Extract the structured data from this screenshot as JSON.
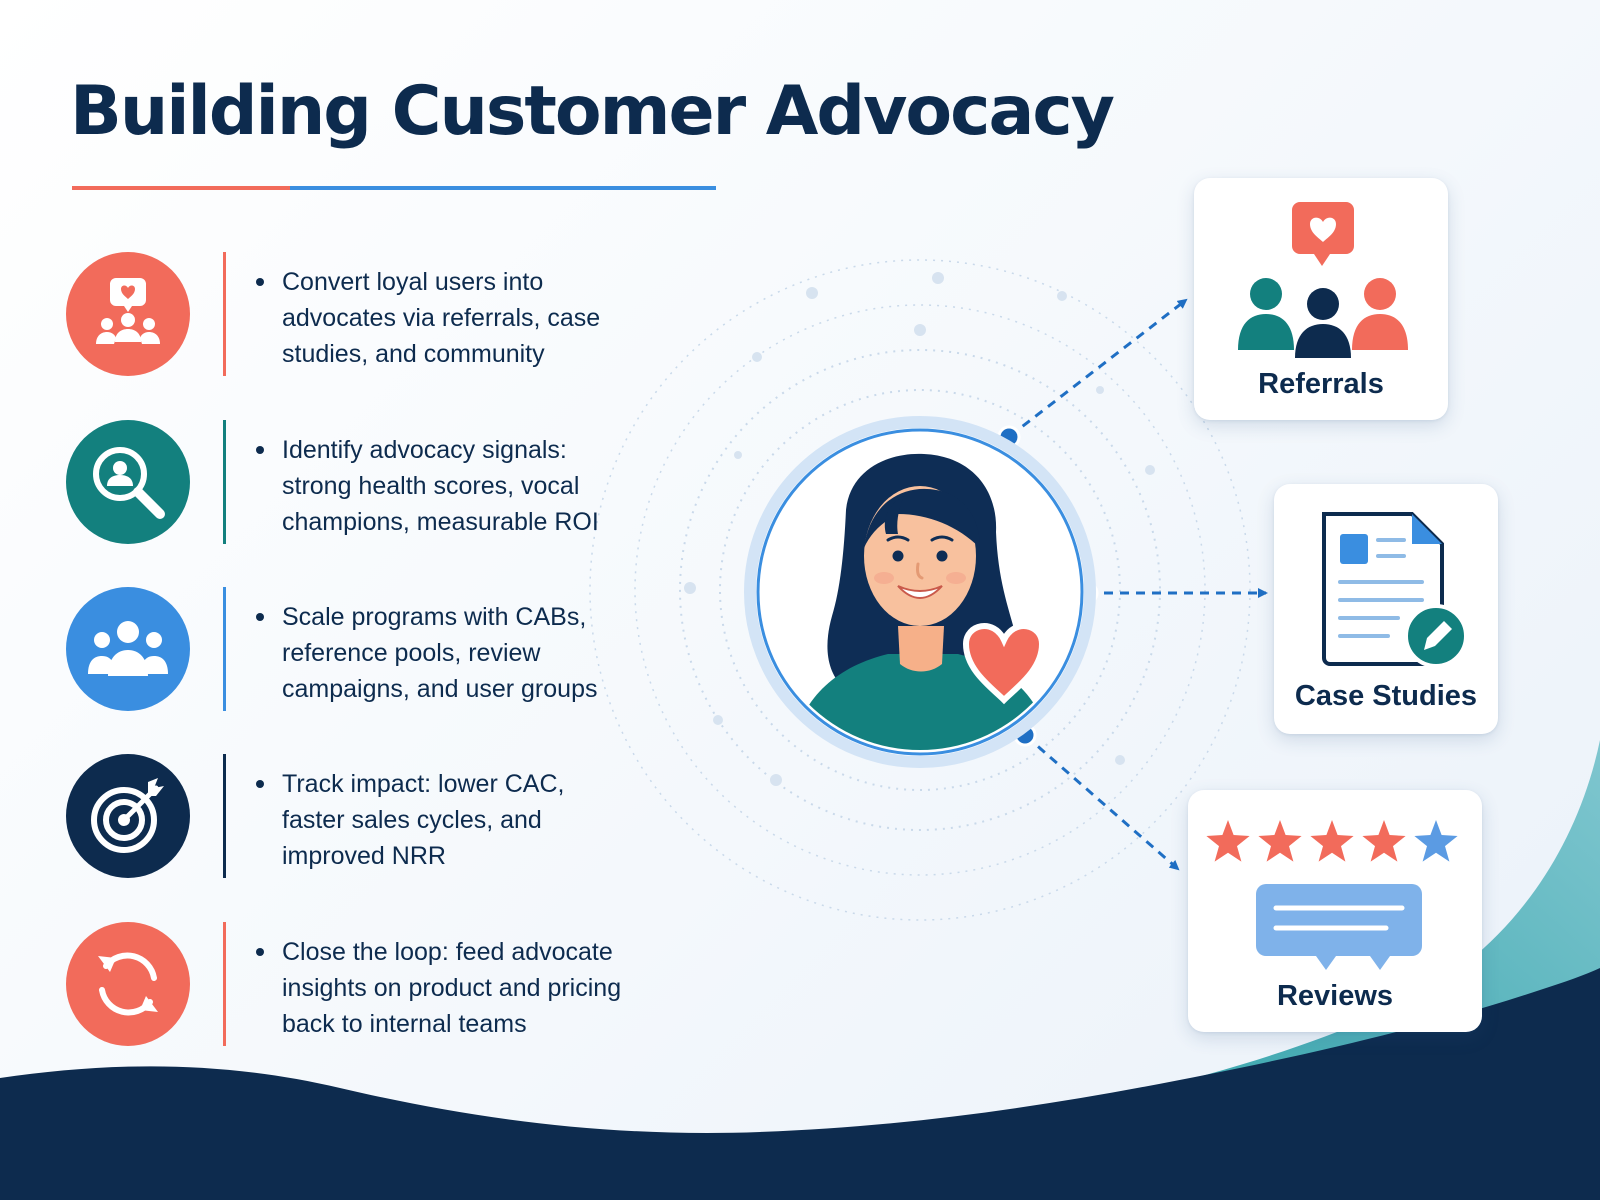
{
  "title": "Building Customer Advocacy",
  "points": [
    {
      "text": "Convert loyal users into advocates via referrals, case studies, and community",
      "icon": "heart-bubble-people-icon",
      "color": "#f26b5b"
    },
    {
      "text": "Identify advocacy signals: strong health scores, vocal champions, measurable ROI",
      "icon": "magnifier-person-icon",
      "color": "#13807e"
    },
    {
      "text": "Scale programs with CABs, reference pools, review campaigns, and user groups",
      "icon": "group-icon",
      "color": "#3a8ee0"
    },
    {
      "text": "Track impact: lower CAC, faster sales cycles, and improved NRR",
      "icon": "target-icon",
      "color": "#0d2b4e"
    },
    {
      "text": "Close the loop: feed advocate insights on product and pricing back to internal teams",
      "icon": "refresh-cycle-icon",
      "color": "#f26b5b"
    }
  ],
  "center": {
    "icon": "advocate-woman-icon",
    "accent": "#3a8ee0"
  },
  "outputs": {
    "referrals": {
      "label": "Referrals",
      "icon": "referral-people-icon"
    },
    "case_studies": {
      "label": "Case Studies",
      "icon": "document-edit-icon"
    },
    "reviews": {
      "label": "Reviews",
      "icon": "stars-review-icon",
      "rating": 5
    }
  },
  "colors": {
    "navy": "#0d2b4e",
    "coral": "#f26b5b",
    "teal": "#13807e",
    "blue": "#3a8ee0"
  }
}
